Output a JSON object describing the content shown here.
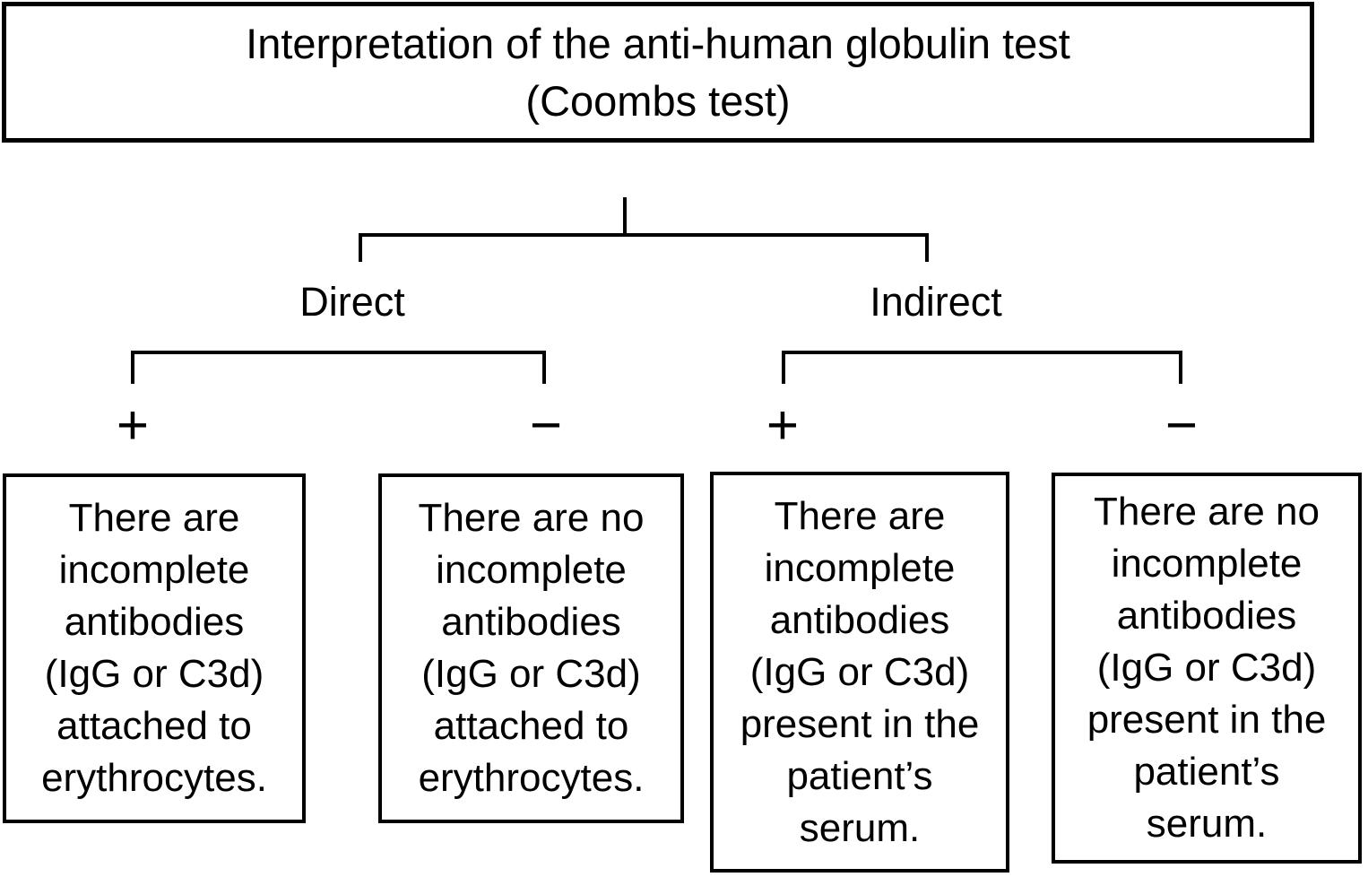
{
  "diagram": {
    "title_lines": [
      "Interpretation of the anti-human globulin test",
      "(Coombs test)"
    ],
    "branches": {
      "direct": {
        "label": "Direct"
      },
      "indirect": {
        "label": "Indirect"
      }
    },
    "outcomes": [
      {
        "branch": "Direct",
        "sign": "+",
        "text_lines": [
          "There are",
          "incomplete",
          "antibodies",
          "(IgG or C3d)",
          "attached to",
          "erythrocytes."
        ]
      },
      {
        "branch": "Direct",
        "sign": "−",
        "text_lines": [
          "There are no",
          "incomplete",
          "antibodies",
          "(IgG or C3d)",
          "attached to",
          "erythrocytes."
        ]
      },
      {
        "branch": "Indirect",
        "sign": "+",
        "text_lines": [
          "There are",
          "incomplete",
          "antibodies",
          "(IgG or C3d)",
          "present in the",
          "patient’s",
          "serum."
        ]
      },
      {
        "branch": "Indirect",
        "sign": "−",
        "text_lines": [
          "There are no",
          "incomplete",
          "antibodies",
          "(IgG or C3d)",
          "present in the",
          "patient’s",
          "serum."
        ]
      }
    ],
    "colors": {
      "line": "#000000",
      "text": "#000000",
      "background": "#ffffff"
    }
  }
}
